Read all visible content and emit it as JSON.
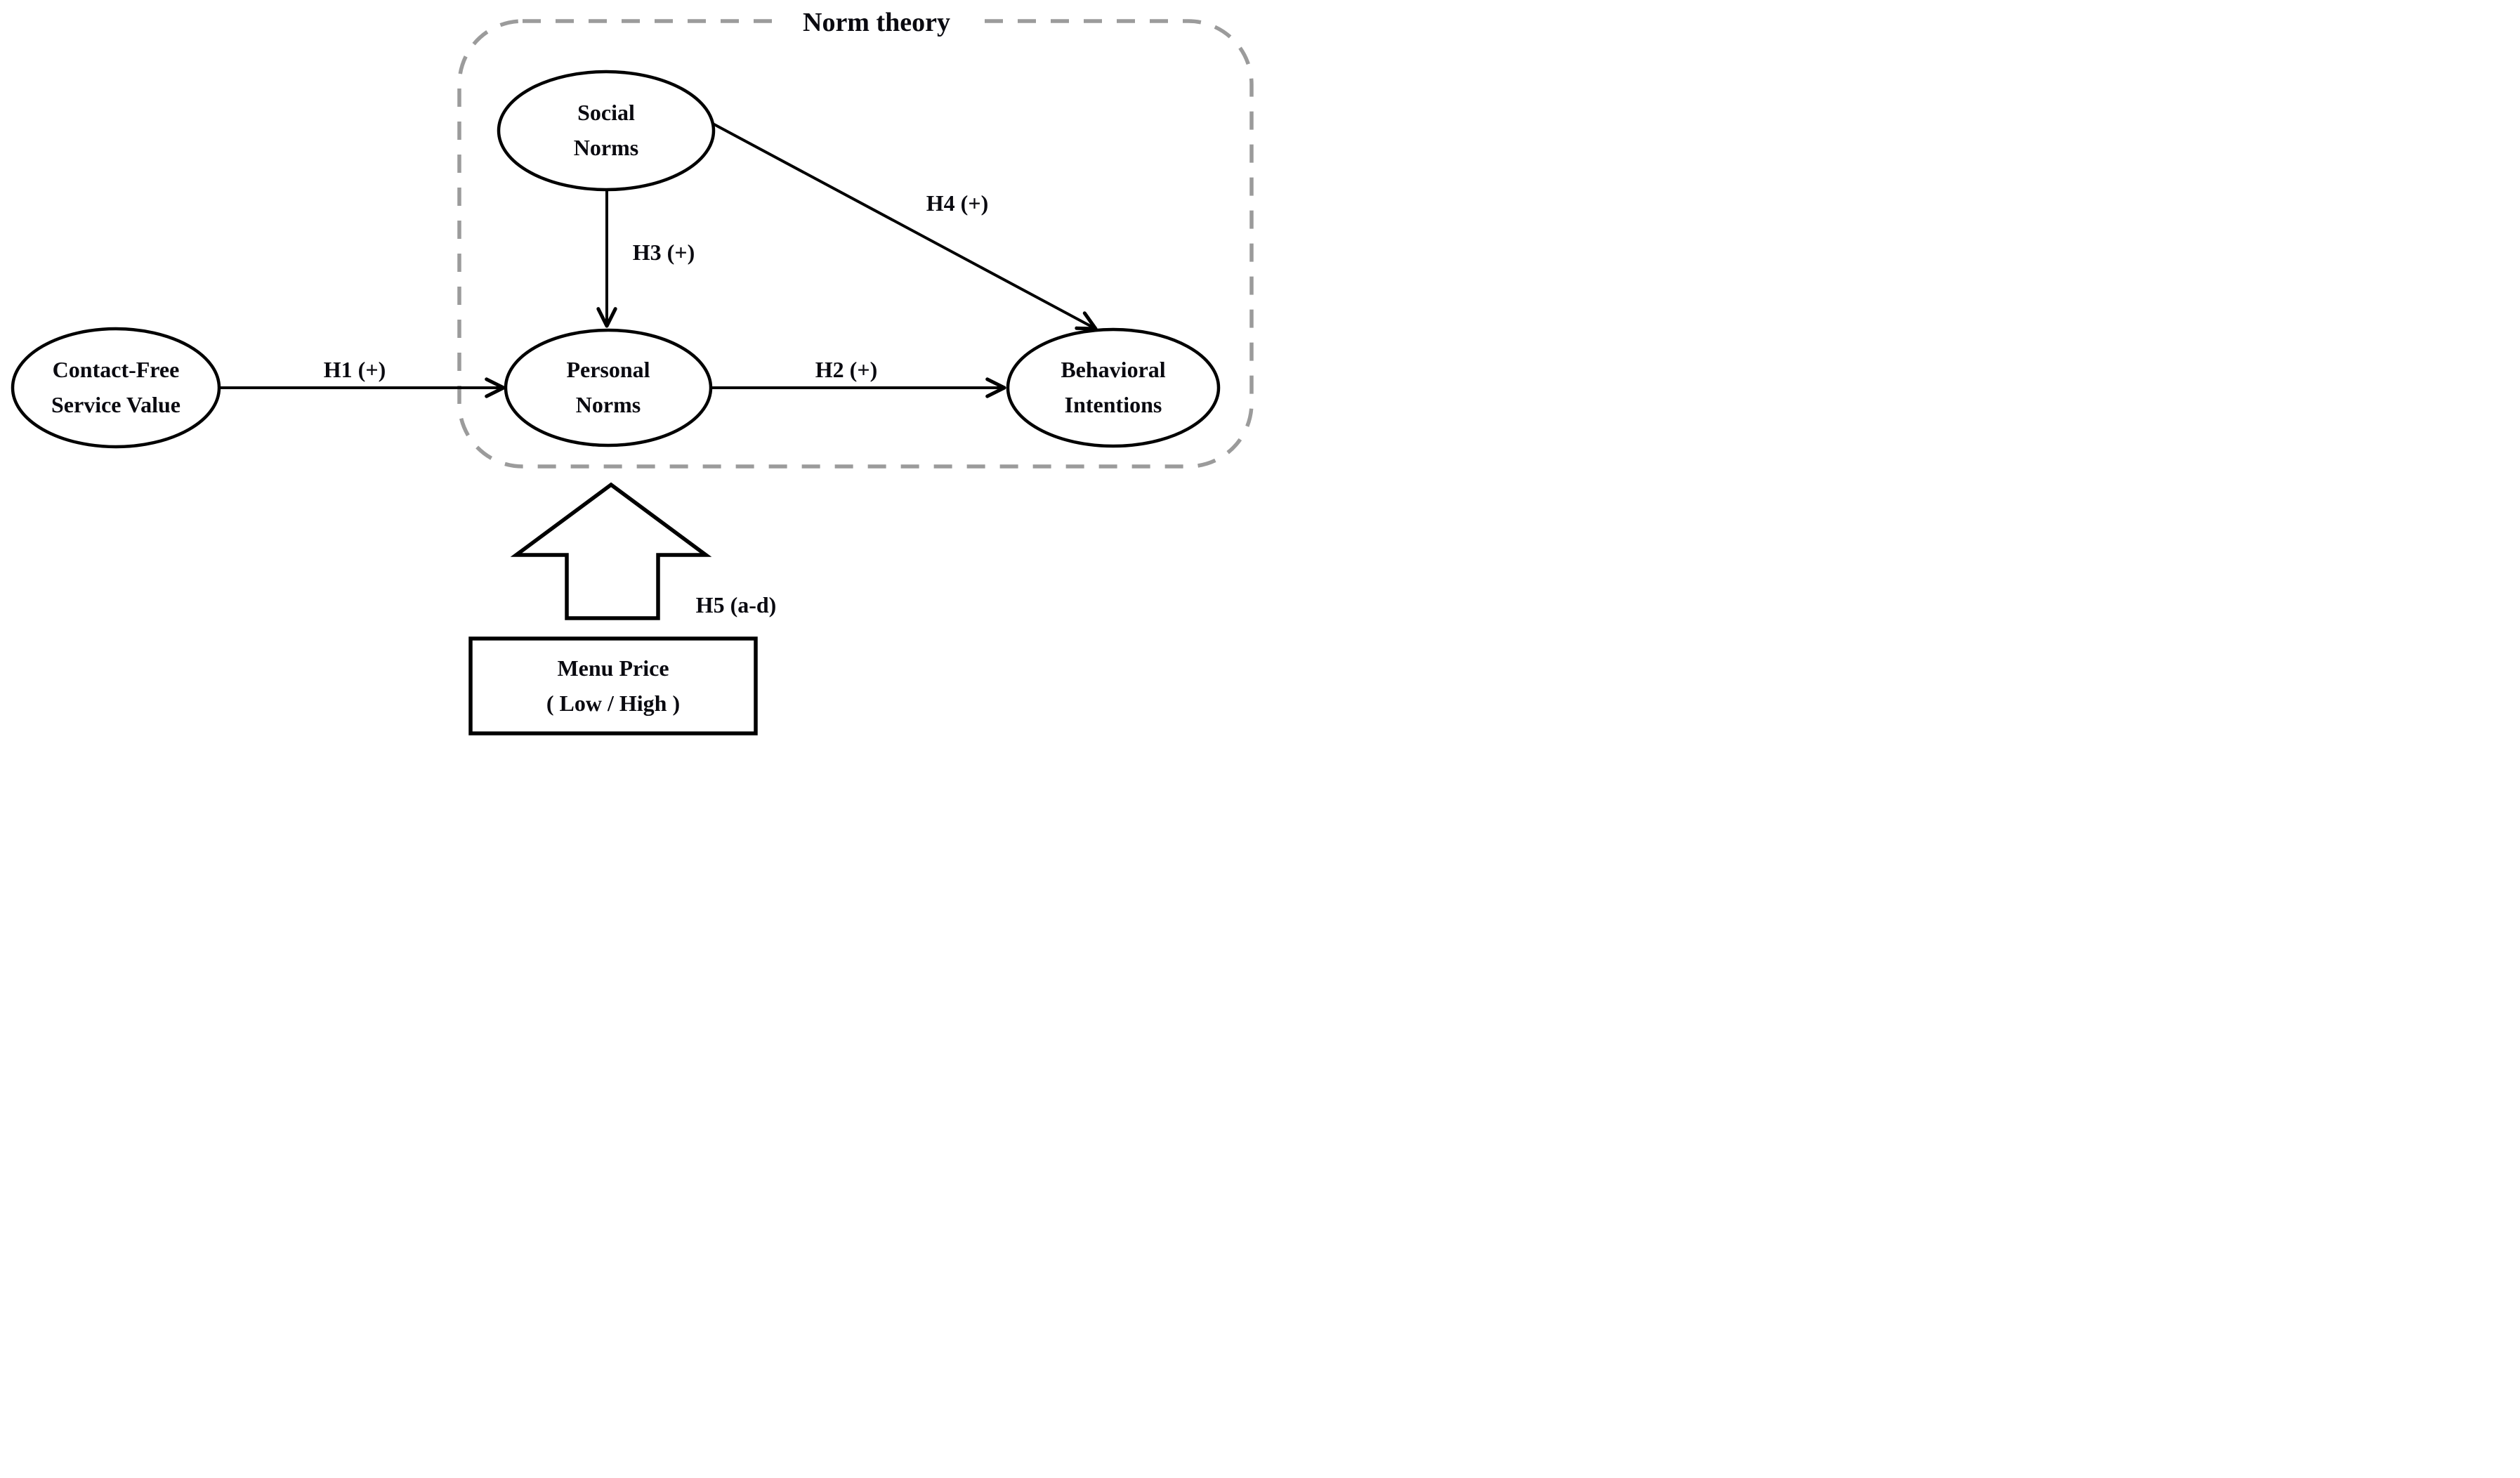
{
  "figure": {
    "boundary": {
      "title": "Norm theory"
    },
    "nodes": {
      "contact_free": {
        "shape": "ellipse",
        "line1": "Contact-Free",
        "line2": "Service Value"
      },
      "social_norms": {
        "shape": "ellipse",
        "line1": "Social",
        "line2": "Norms"
      },
      "personal_norms": {
        "shape": "ellipse",
        "line1": "Personal",
        "line2": "Norms"
      },
      "behavioral_intentions": {
        "shape": "ellipse",
        "line1": "Behavioral",
        "line2": "Intentions"
      },
      "menu_price": {
        "shape": "rectangle",
        "line1": "Menu Price",
        "line2": "( Low / High )"
      }
    },
    "edges": {
      "h1": {
        "label": "H1 (+)",
        "from": "contact_free",
        "to": "personal_norms",
        "style": "arrow"
      },
      "h2": {
        "label": "H2 (+)",
        "from": "personal_norms",
        "to": "behavioral_intentions",
        "style": "arrow"
      },
      "h3": {
        "label": "H3 (+)",
        "from": "social_norms",
        "to": "personal_norms",
        "style": "arrow"
      },
      "h4": {
        "label": "H4 (+)",
        "from": "social_norms",
        "to": "behavioral_intentions",
        "style": "arrow"
      },
      "h5": {
        "label": "H5 (a-d)",
        "from": "menu_price",
        "to": "personal_norms",
        "style": "block-arrow"
      }
    },
    "colors": {
      "line": "#000000",
      "text": "#0a0a10",
      "dashed_border": "#9b9b9b",
      "background": "#ffffff"
    }
  }
}
